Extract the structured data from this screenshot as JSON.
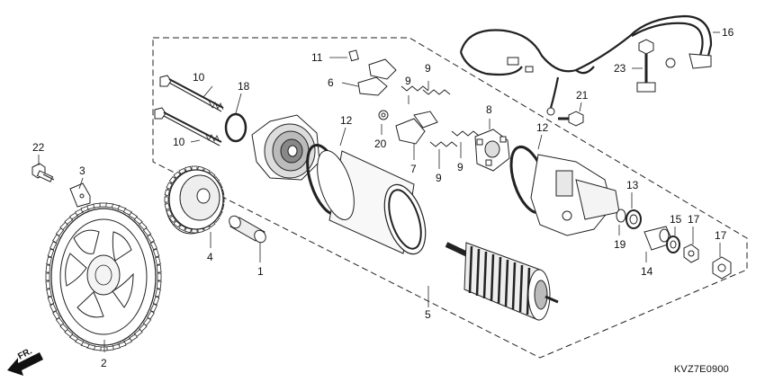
{
  "diagram_code": "KVZ7E0900",
  "direction_label": "FR.",
  "callouts": {
    "n1": "1",
    "n2": "2",
    "n3": "3",
    "n4": "4",
    "n5": "5",
    "n6": "6",
    "n7": "7",
    "n8": "8",
    "n9a": "9",
    "n9b": "9",
    "n9c": "9",
    "n9d": "9",
    "n10a": "10",
    "n10b": "10",
    "n11": "11",
    "n12a": "12",
    "n12b": "12",
    "n13": "13",
    "n14": "14",
    "n15": "15",
    "n16": "16",
    "n17a": "17",
    "n17b": "17",
    "n18": "18",
    "n19": "19",
    "n20": "20",
    "n21": "21",
    "n22": "22",
    "n23": "23"
  }
}
